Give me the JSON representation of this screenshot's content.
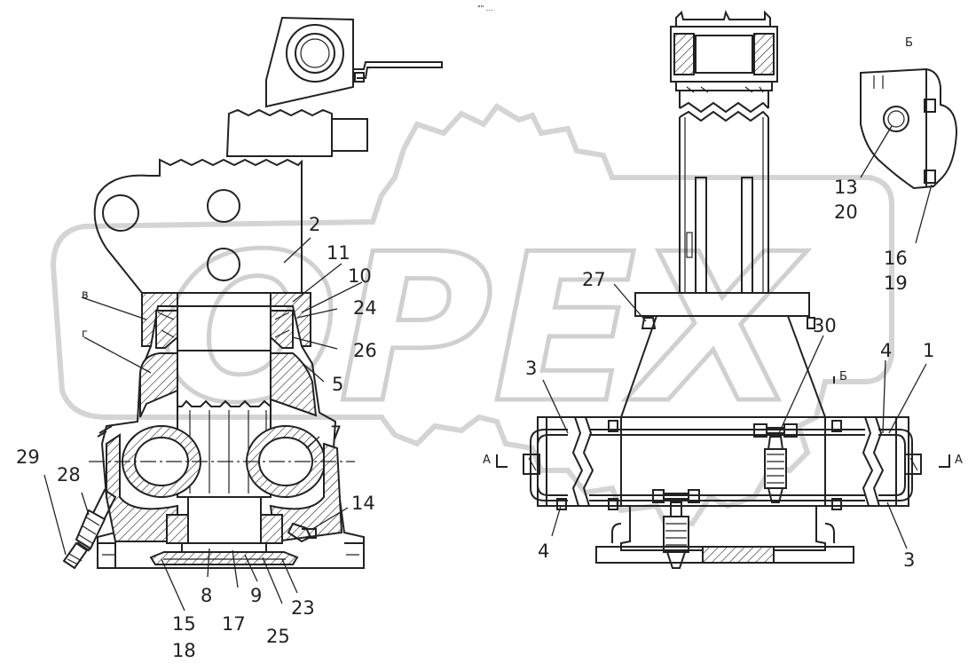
{
  "top_mark": "\"\" ...",
  "watermark": "OPEX",
  "view_labels": {
    "view_b": "Б",
    "section_a_left": "А",
    "section_a_right": "А",
    "arrow_b": "Б"
  },
  "small_labels": {
    "v": "в",
    "g": "г"
  },
  "callouts": {
    "c1": "1",
    "c2": "2",
    "c3a": "3",
    "c3b": "3",
    "c4a": "4",
    "c4b": "4",
    "c5": "5",
    "c7": "7",
    "c8": "8",
    "c9": "9",
    "c10": "10",
    "c11": "11",
    "c13": "13",
    "c14": "14",
    "c15": "15",
    "c16": "16",
    "c17": "17",
    "c18": "18",
    "c19": "19",
    "c20": "20",
    "c23": "23",
    "c24": "24",
    "c25": "25",
    "c26": "26",
    "c27": "27",
    "c28": "28",
    "c29": "29",
    "c30": "30"
  }
}
